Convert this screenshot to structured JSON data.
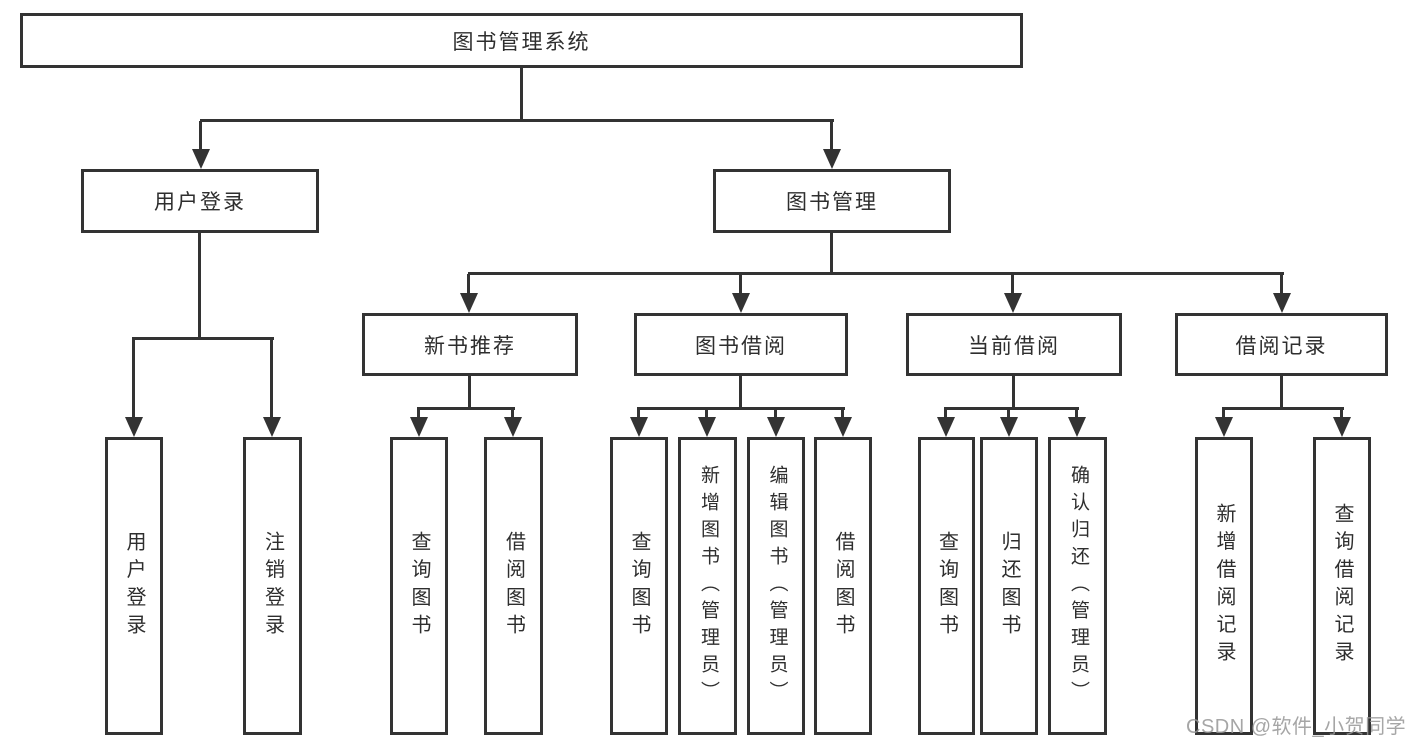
{
  "diagram": {
    "root": {
      "label": "图书管理系统"
    },
    "level2": [
      {
        "label": "用户登录"
      },
      {
        "label": "图书管理"
      }
    ],
    "level3": [
      {
        "label": "新书推荐"
      },
      {
        "label": "图书借阅"
      },
      {
        "label": "当前借阅"
      },
      {
        "label": "借阅记录"
      }
    ],
    "leaves": [
      {
        "label": "用户登录"
      },
      {
        "label": "注销登录"
      },
      {
        "label": "查询图书"
      },
      {
        "label": "借阅图书"
      },
      {
        "label": "查询图书"
      },
      {
        "label": "新增图书（管理员）"
      },
      {
        "label": "编辑图书（管理员）"
      },
      {
        "label": "借阅图书"
      },
      {
        "label": "查询图书"
      },
      {
        "label": "归还图书"
      },
      {
        "label": "确认归还（管理员）"
      },
      {
        "label": "新增借阅记录"
      },
      {
        "label": "查询借阅记录"
      }
    ]
  },
  "watermark": {
    "text": "CSDN @软件_小贺同学"
  },
  "colors": {
    "line": "#333333",
    "node_fill": "#ffffff",
    "text": "#2e2e2e",
    "watermark": "#969696",
    "background": "#ffffff"
  },
  "icons": {
    "connector_arrow": "solid downward triangle (CSS border shape)"
  }
}
